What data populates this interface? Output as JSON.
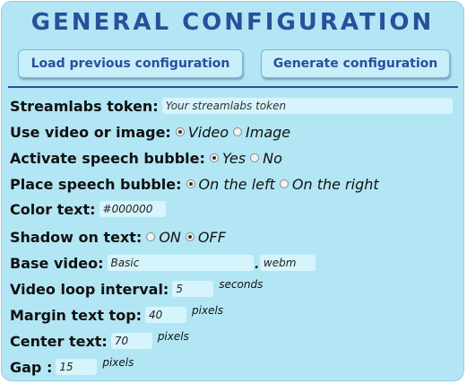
{
  "header": {
    "title": "GENERAL CONFIGURATION"
  },
  "toolbar": {
    "load_label": "Load previous configuration",
    "generate_label": "Generate configuration"
  },
  "form": {
    "streamlabs_token": {
      "label": "Streamlabs token:",
      "value": "",
      "placeholder": "Your streamlabs token"
    },
    "video_or_image": {
      "label": "Use video or image:",
      "options": [
        "Video",
        "Image"
      ],
      "selected": "Video"
    },
    "speech_bubble": {
      "label": "Activate speech bubble:",
      "options": [
        "Yes",
        "No"
      ],
      "selected": "Yes"
    },
    "bubble_place": {
      "label": "Place speech bubble:",
      "options": [
        "On the left",
        "On the right"
      ],
      "selected": "On the left"
    },
    "color_text": {
      "label": "Color text:",
      "value": "#000000"
    },
    "shadow_text": {
      "label": "Shadow on text:",
      "options": [
        "ON",
        "OFF"
      ],
      "selected": "OFF"
    },
    "base_video": {
      "label": "Base video:",
      "name": "Basic",
      "dot": ".",
      "extension": "webm"
    },
    "loop_interval": {
      "label": "Video loop interval:",
      "value": "5",
      "unit": "seconds"
    },
    "margin_top": {
      "label": "Margin text top:",
      "value": "40",
      "unit": "pixels"
    },
    "center_text": {
      "label": "Center text:",
      "value": "70",
      "unit": "pixels"
    },
    "gap": {
      "label": "Gap :",
      "value": "15",
      "unit": "pixels"
    }
  },
  "colors": {
    "panel_background": "#b3e6f4",
    "accent": "#2a4f9b",
    "input_background": "#d6f4fc"
  }
}
